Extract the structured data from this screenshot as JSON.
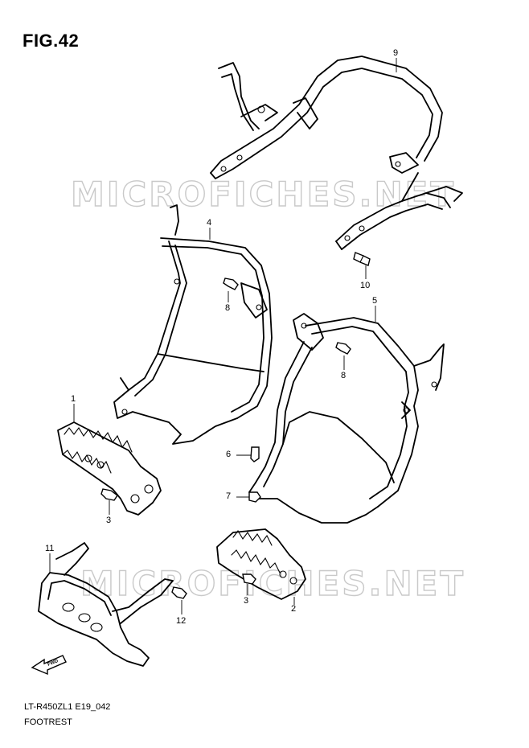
{
  "figure": {
    "title": "FIG.42"
  },
  "callouts": [
    "9",
    "4",
    "8",
    "10",
    "5",
    "8",
    "1",
    "6",
    "7",
    "3",
    "11",
    "3",
    "2",
    "12"
  ],
  "watermark": "MICROFICHES.NET",
  "arrow_label": "FWD",
  "footer": {
    "code": "LT-R450ZL1 E19_042",
    "name": "FOOTREST"
  }
}
